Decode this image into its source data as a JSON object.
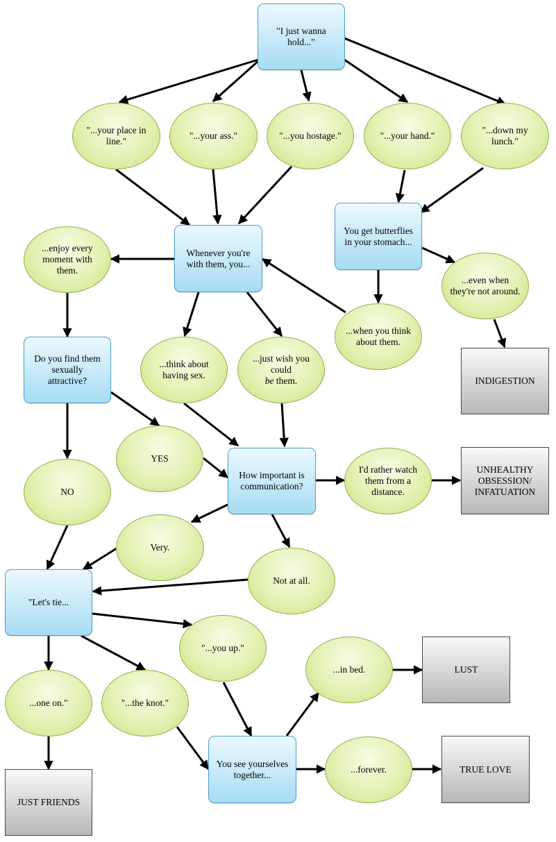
{
  "nodes": {
    "hold": {
      "text": "\"I just wanna hold...\""
    },
    "place_in_line": {
      "text": "\"...your place in line.\""
    },
    "your_ass": {
      "text": "\"...your ass.\""
    },
    "you_hostage": {
      "text": "\"...you hostage.\""
    },
    "your_hand": {
      "text": "\"...your hand.\""
    },
    "down_lunch": {
      "text": "\"...down my lunch.\""
    },
    "whenever": {
      "text": "Whenever you're with them, you..."
    },
    "butterflies": {
      "text": "You get butterflies in your stomach..."
    },
    "enjoy_moment": {
      "text": "...enjoy every moment with them."
    },
    "even_when": {
      "text": "...even when they're not around."
    },
    "when_think": {
      "text": "...when you think about them."
    },
    "indigestion": {
      "text": "INDIGESTION"
    },
    "sexually_attractive": {
      "text": "Do you find them sexually attractive?"
    },
    "think_sex": {
      "text": "...think about having sex."
    },
    "wish_be_pre": {
      "text": "...just wish you could"
    },
    "wish_be_em": {
      "text": "be"
    },
    "wish_be_post": {
      "text": "them."
    },
    "yes": {
      "text": "YES"
    },
    "no": {
      "text": "NO"
    },
    "communication": {
      "text": "How important is communication?"
    },
    "rather_watch": {
      "text": "I'd rather watch them from a distance."
    },
    "obsession": {
      "text": "UNHEALTHY OBSESSION/ INFATUATION"
    },
    "very": {
      "text": "Very."
    },
    "not_at_all": {
      "text": "Not at all."
    },
    "lets_tie": {
      "text": "\"Let's tie..."
    },
    "you_up": {
      "text": "\"...you up.\""
    },
    "one_on": {
      "text": "...one on.\""
    },
    "the_knot": {
      "text": "\"...the knot.\""
    },
    "in_bed": {
      "text": "...in bed."
    },
    "lust": {
      "text": "LUST"
    },
    "see_together": {
      "text": "You see yourselves together..."
    },
    "forever": {
      "text": "...forever."
    },
    "true_love": {
      "text": "TRUE LOVE"
    },
    "just_friends": {
      "text": "JUST FRIENDS"
    }
  },
  "colors": {
    "question_fill": "#a6dcf3",
    "answer_fill": "#e3f0b2",
    "result_fill": "#cfcfcf",
    "arrow": "#000000"
  }
}
